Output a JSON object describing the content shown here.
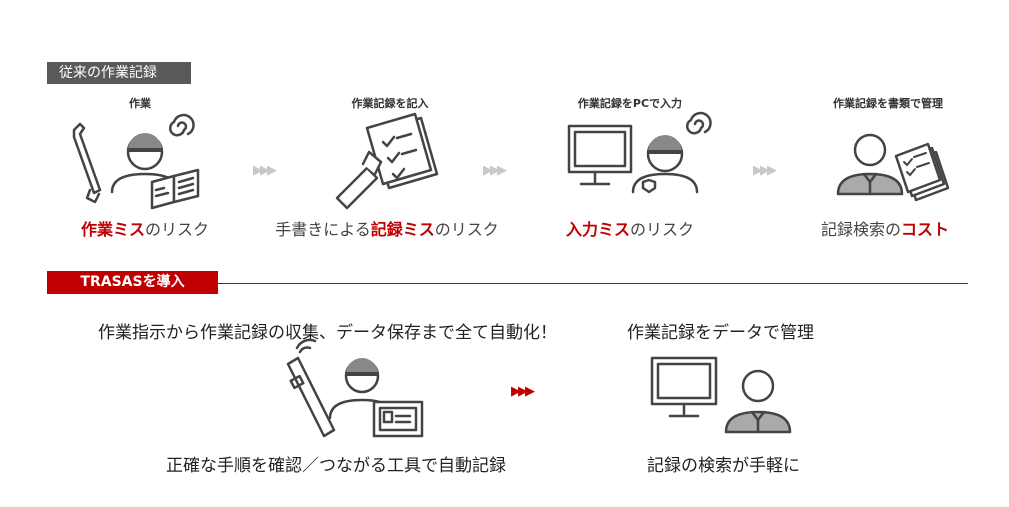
{
  "header": {
    "conventional": "従来の作業記録",
    "introduce": "TRASASを導入"
  },
  "steps": [
    {
      "label": "作業",
      "risk": [
        {
          "t": "作業ミス",
          "h": true
        },
        {
          "t": "のリスク",
          "h": false
        }
      ]
    },
    {
      "label": "作業記録を記入",
      "risk": [
        {
          "t": "手書きによる",
          "h": false
        },
        {
          "t": "記録ミス",
          "h": true
        },
        {
          "t": "のリスク",
          "h": false
        }
      ]
    },
    {
      "label": "作業記録をPCで入力",
      "risk": [
        {
          "t": "入力ミス",
          "h": true
        },
        {
          "t": "のリスク",
          "h": false
        }
      ]
    },
    {
      "label": "作業記録を書類で管理",
      "risk": [
        {
          "t": "記録検索の",
          "h": false
        },
        {
          "t": "コスト",
          "h": true
        }
      ]
    }
  ],
  "arrow_glyph": "▶▶▶",
  "solution": {
    "headline_left": "作業指示から作業記録の収集、データ保存まで全て自動化！",
    "headline_right": "作業記録をデータで管理",
    "caption_left": "正確な手順を確認／つながる工具で自動記録",
    "caption_right": "記録の検索が手軽に"
  },
  "colors": {
    "accent": "#c00000",
    "gray_tag": "#595959",
    "icon_stroke": "#444444",
    "arrow_gray": "#c8c8c8"
  }
}
